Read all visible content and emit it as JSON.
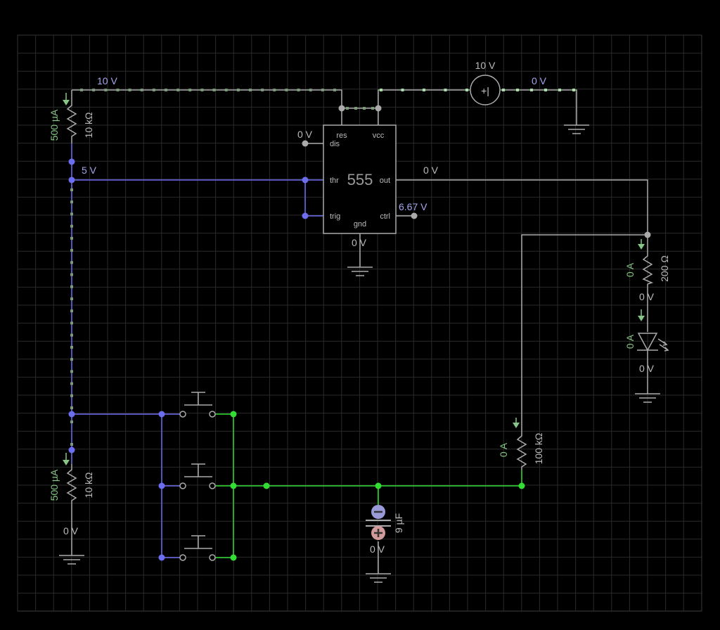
{
  "colors": {
    "background": "#000000",
    "grid": "#2a2a2a",
    "wire_gray": "#aaaaaa",
    "wire_blue": "#6d6df0",
    "wire_green": "#33dd33",
    "label_green": "#86c686",
    "label_blue": "#a6a6f0",
    "label_gray": "#bbbbbb",
    "cap_negative": "#9a9ad8",
    "cap_positive": "#d29a9a"
  },
  "labels": {
    "top_wire_voltage": "10 V",
    "source_voltage": "10 V",
    "source_right_voltage": "0 V",
    "r1_current": "500 µA",
    "r1_value": "10 kΩ",
    "thr_node_voltage": "5 V",
    "dis_voltage": "0 V",
    "out_voltage": "0 V",
    "ctrl_voltage": "6.67 V",
    "gnd_voltage": "0 V",
    "r2_current": "500 µA",
    "r2_value": "10 kΩ",
    "r2_bottom_voltage": "0 V",
    "r200_current": "0 A",
    "r200_value": "200 Ω",
    "r200_bottom_voltage": "0 V",
    "led_current": "0 A",
    "led_bottom_voltage": "0 V",
    "r100k_current": "0 A",
    "r100k_value": "100 kΩ",
    "cap_value": "9 µF",
    "cap_bottom_voltage": "0 V"
  },
  "timer": {
    "name": "555",
    "pins": {
      "res": "res",
      "vcc": "vcc",
      "dis": "dis",
      "thr": "thr",
      "out": "out",
      "trig": "trig",
      "ctrl": "ctrl",
      "gnd": "gnd"
    }
  },
  "source_symbol": "+|"
}
